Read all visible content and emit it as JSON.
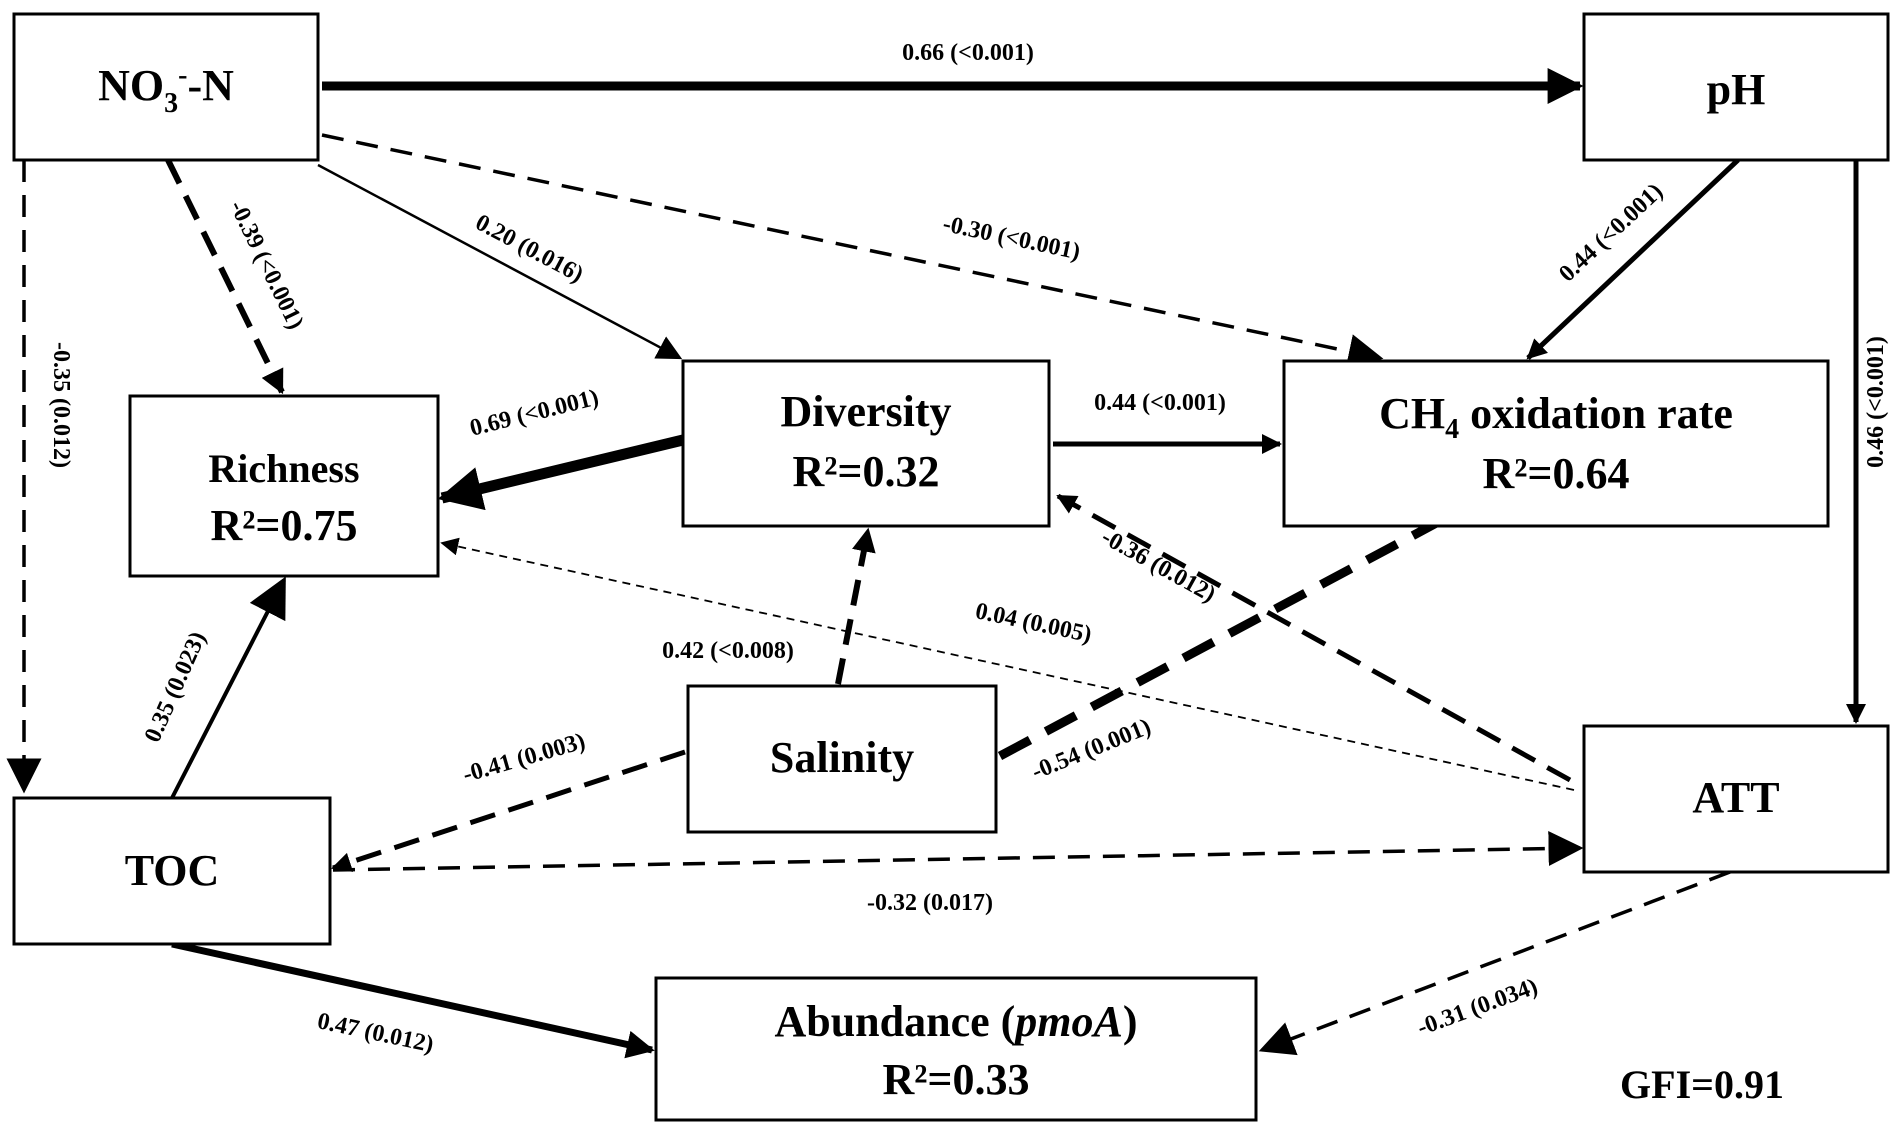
{
  "nodes": {
    "no3": {
      "main": "NO",
      "sub": "3",
      "sup": "-",
      "tail": "-N"
    },
    "ph": {
      "line1": "pH"
    },
    "richness": {
      "line1": "Richness",
      "line2": "R²=0.75"
    },
    "diversity": {
      "line1": "Diversity",
      "line2": "R²=0.32"
    },
    "ch4": {
      "pre": "CH",
      "sub": "4",
      "post": " oxidation rate",
      "line2": "R²=0.64"
    },
    "salinity": {
      "line1": "Salinity"
    },
    "toc": {
      "line1": "TOC"
    },
    "att": {
      "line1": "ATT"
    },
    "abundance": {
      "pre": "Abundance (",
      "ital": "pmoA",
      "post": ")",
      "line2": "R²=0.33"
    }
  },
  "edges": [
    {
      "id": "no3-ph",
      "from": "NO3--N",
      "to": "pH",
      "label": "0.66 (<0.001)",
      "style": "solid"
    },
    {
      "id": "no3-ch4",
      "from": "NO3--N",
      "to": "CH4 oxidation rate",
      "label": "-0.30 (<0.001)",
      "style": "dashed"
    },
    {
      "id": "no3-diversity",
      "from": "NO3--N",
      "to": "Diversity",
      "label": "0.20 (0.016)",
      "style": "solid"
    },
    {
      "id": "no3-richness",
      "from": "NO3--N",
      "to": "Richness",
      "label": "-0.39 (<0.001)",
      "style": "dashed"
    },
    {
      "id": "no3-toc",
      "from": "NO3--N",
      "to": "TOC",
      "label": "-0.35 (0.012)",
      "style": "dashed"
    },
    {
      "id": "ph-ch4",
      "from": "pH",
      "to": "CH4 oxidation rate",
      "label": "0.44 (<0.001)",
      "style": "solid"
    },
    {
      "id": "ph-att",
      "from": "pH",
      "to": "ATT",
      "label": "0.46 (<0.001)",
      "style": "solid"
    },
    {
      "id": "diversity-ch4",
      "from": "Diversity",
      "to": "CH4 oxidation rate",
      "label": "0.44 (<0.001)",
      "style": "solid"
    },
    {
      "id": "diversity-richness",
      "from": "Diversity",
      "to": "Richness",
      "label": "0.69 (<0.001)",
      "style": "solid"
    },
    {
      "id": "att-diversity",
      "from": "ATT",
      "to": "Diversity",
      "label": "-0.36 (0.012)",
      "style": "dashed"
    },
    {
      "id": "att-richness",
      "from": "ATT",
      "to": "Richness",
      "label": "0.04 (0.005)",
      "style": "dashed"
    },
    {
      "id": "salinity-diversity",
      "from": "Salinity",
      "to": "Diversity",
      "label": "0.42 (<0.008)",
      "style": "dashed"
    },
    {
      "id": "salinity-ch4",
      "from": "Salinity",
      "to": "CH4 oxidation rate",
      "label": "-0.54 (0.001)",
      "style": "dashed"
    },
    {
      "id": "salinity-toc",
      "from": "Salinity",
      "to": "TOC",
      "label": "-0.41 (0.003)",
      "style": "dashed"
    },
    {
      "id": "toc-richness",
      "from": "TOC",
      "to": "Richness",
      "label": "0.35 (0.023)",
      "style": "solid"
    },
    {
      "id": "toc-att",
      "from": "TOC",
      "to": "ATT",
      "label": "-0.32 (0.017)",
      "style": "dashed"
    },
    {
      "id": "toc-abundance",
      "from": "TOC",
      "to": "Abundance (pmoA)",
      "label": "0.47 (0.012)",
      "style": "solid"
    },
    {
      "id": "att-abundance",
      "from": "ATT",
      "to": "Abundance (pmoA)",
      "label": "-0.31 (0.034)",
      "style": "dashed"
    }
  ],
  "gfi": "GFI=0.91",
  "colors": {
    "ink": "#000000",
    "background": "#ffffff"
  }
}
